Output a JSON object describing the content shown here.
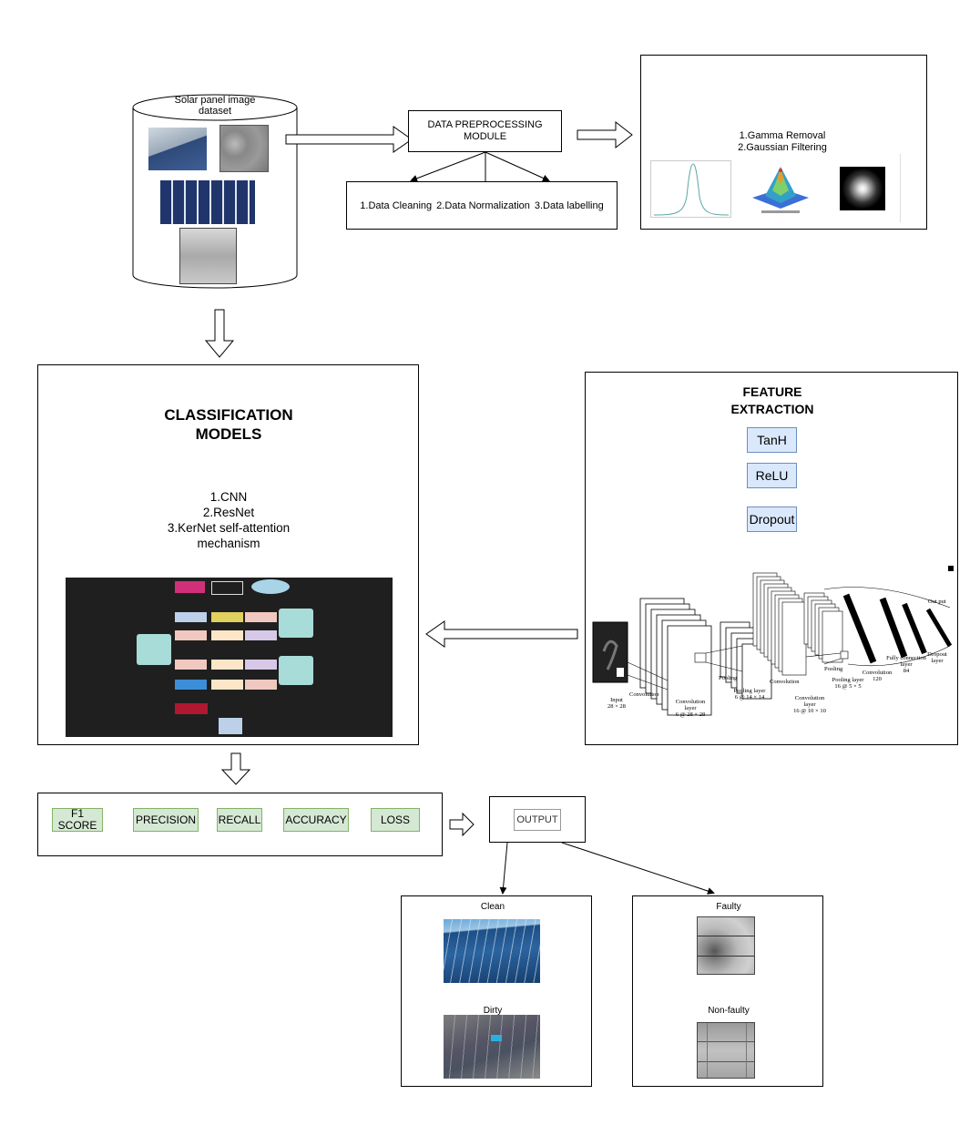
{
  "dataset": {
    "title": "Solar panel image dataset"
  },
  "preprocessing": {
    "title": "DATA PREPROCESSING MODULE",
    "steps": [
      "1.Data Cleaning",
      "2.Data Normalization",
      "3.Data labelling"
    ]
  },
  "filtering": {
    "line1": "1.Gamma Removal",
    "line2": "2.Gaussian Filtering"
  },
  "classification": {
    "title": "CLASSIFICATION MODELS",
    "models": [
      "1.CNN",
      "2.ResNet",
      "3.KerNet self-attention",
      "mechanism"
    ]
  },
  "feature_extraction": {
    "title": "FEATURE EXTRACTION",
    "layers": [
      "TanH",
      "ReLU",
      "Dropout"
    ],
    "cnn_labels": {
      "input": "Input",
      "input_dim": "28 × 28",
      "convolution": "Convolution",
      "conv_layer": "Convolution layer",
      "conv_layer_dim": "6 @ 28 × 28",
      "pooling": "Pooling",
      "pooling_layer": "Pooling layer",
      "pooling_layer_dim": "6 @ 14 × 14",
      "convolution2": "Convolution",
      "conv_layer2": "Convolution layer",
      "conv_layer2_dim": "16 @ 10 × 10",
      "pooling2": "Pooling",
      "pooling_layer2": "Pooling layer",
      "pooling_layer2_dim": "16 @ 5 × 5",
      "convolution3": "Convolution",
      "convolution3_dim": "120",
      "fully": "Fully connection layer",
      "fully_dim": "84",
      "dropout": "Dropout layer",
      "output": "Out put"
    }
  },
  "metrics": [
    "F1 SCORE",
    "PRECISION",
    "RECALL",
    "ACCURACY",
    "LOSS"
  ],
  "output": {
    "label": "OUTPUT"
  },
  "results": {
    "left": [
      "Clean",
      "Dirty"
    ],
    "right": [
      "Faulty",
      "Non-faulty"
    ]
  },
  "colors": {
    "green_fill": "#d5e8d4",
    "green_stroke": "#82b366",
    "blue_fill": "#dae8fc",
    "blue_stroke": "#6c8ebf"
  }
}
